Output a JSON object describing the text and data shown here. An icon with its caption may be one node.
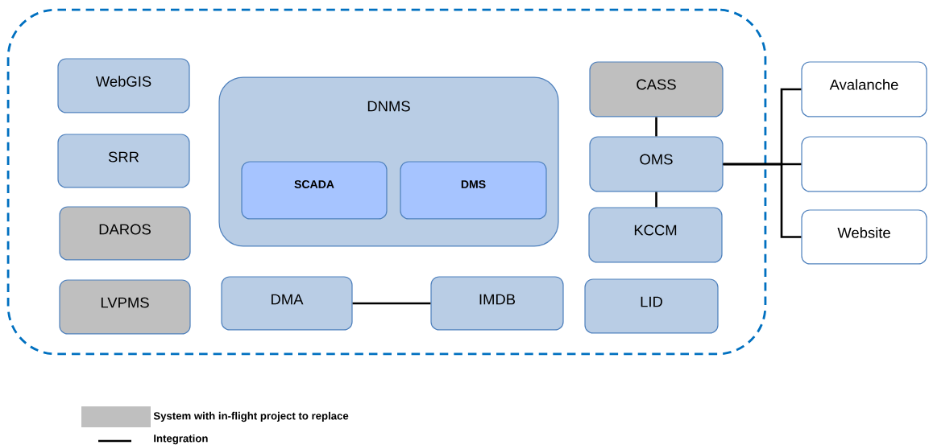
{
  "diagram": {
    "nodes": [
      {
        "text": [],
        "shape": "box"
      },
      {
        "text": [
          "WebGIS"
        ],
        "in": 0
      },
      {
        "text": [
          "SRR"
        ],
        "in": 0
      },
      {
        "text": [
          "DAROS"
        ],
        "in": 0
      },
      {
        "text": [
          "LVPMS"
        ],
        "in": 0
      },
      {
        "text": [
          "DNMS"
        ],
        "in": 0
      },
      {
        "text": [
          "SCADA"
        ],
        "in": 5
      },
      {
        "text": [
          "DMS"
        ],
        "in": 5
      },
      {
        "text": [
          "CASS"
        ],
        "in": 0
      },
      {
        "text": [
          "OMS"
        ],
        "in": 0
      },
      {
        "text": [
          "KCCM"
        ],
        "in": 0
      },
      {
        "text": [
          "DMA"
        ],
        "in": 0
      },
      {
        "text": [
          "IMDB"
        ],
        "in": 0
      },
      {
        "text": [
          "LID"
        ],
        "in": 0
      },
      {
        "text": [
          "Avalanche"
        ]
      },
      {
        "text": [],
        "shape": "box"
      },
      {
        "text": [
          "Website"
        ]
      }
    ],
    "edges": [
      {
        "from": 8,
        "to": 9,
        "arrow": "none"
      },
      {
        "from": 9,
        "to": 10,
        "arrow": "none"
      },
      {
        "from": 11,
        "to": 12,
        "arrow": "none"
      },
      {
        "from": 9,
        "to": 14,
        "arrow": "none"
      },
      {
        "from": 9,
        "to": 15,
        "arrow": "none"
      },
      {
        "from": 9,
        "to": 16,
        "arrow": "none"
      }
    ],
    "legend": [
      {
        "text": "System with in-flight project to replace",
        "color": "#bfbfbf"
      },
      {
        "text": "Integration"
      }
    ]
  }
}
